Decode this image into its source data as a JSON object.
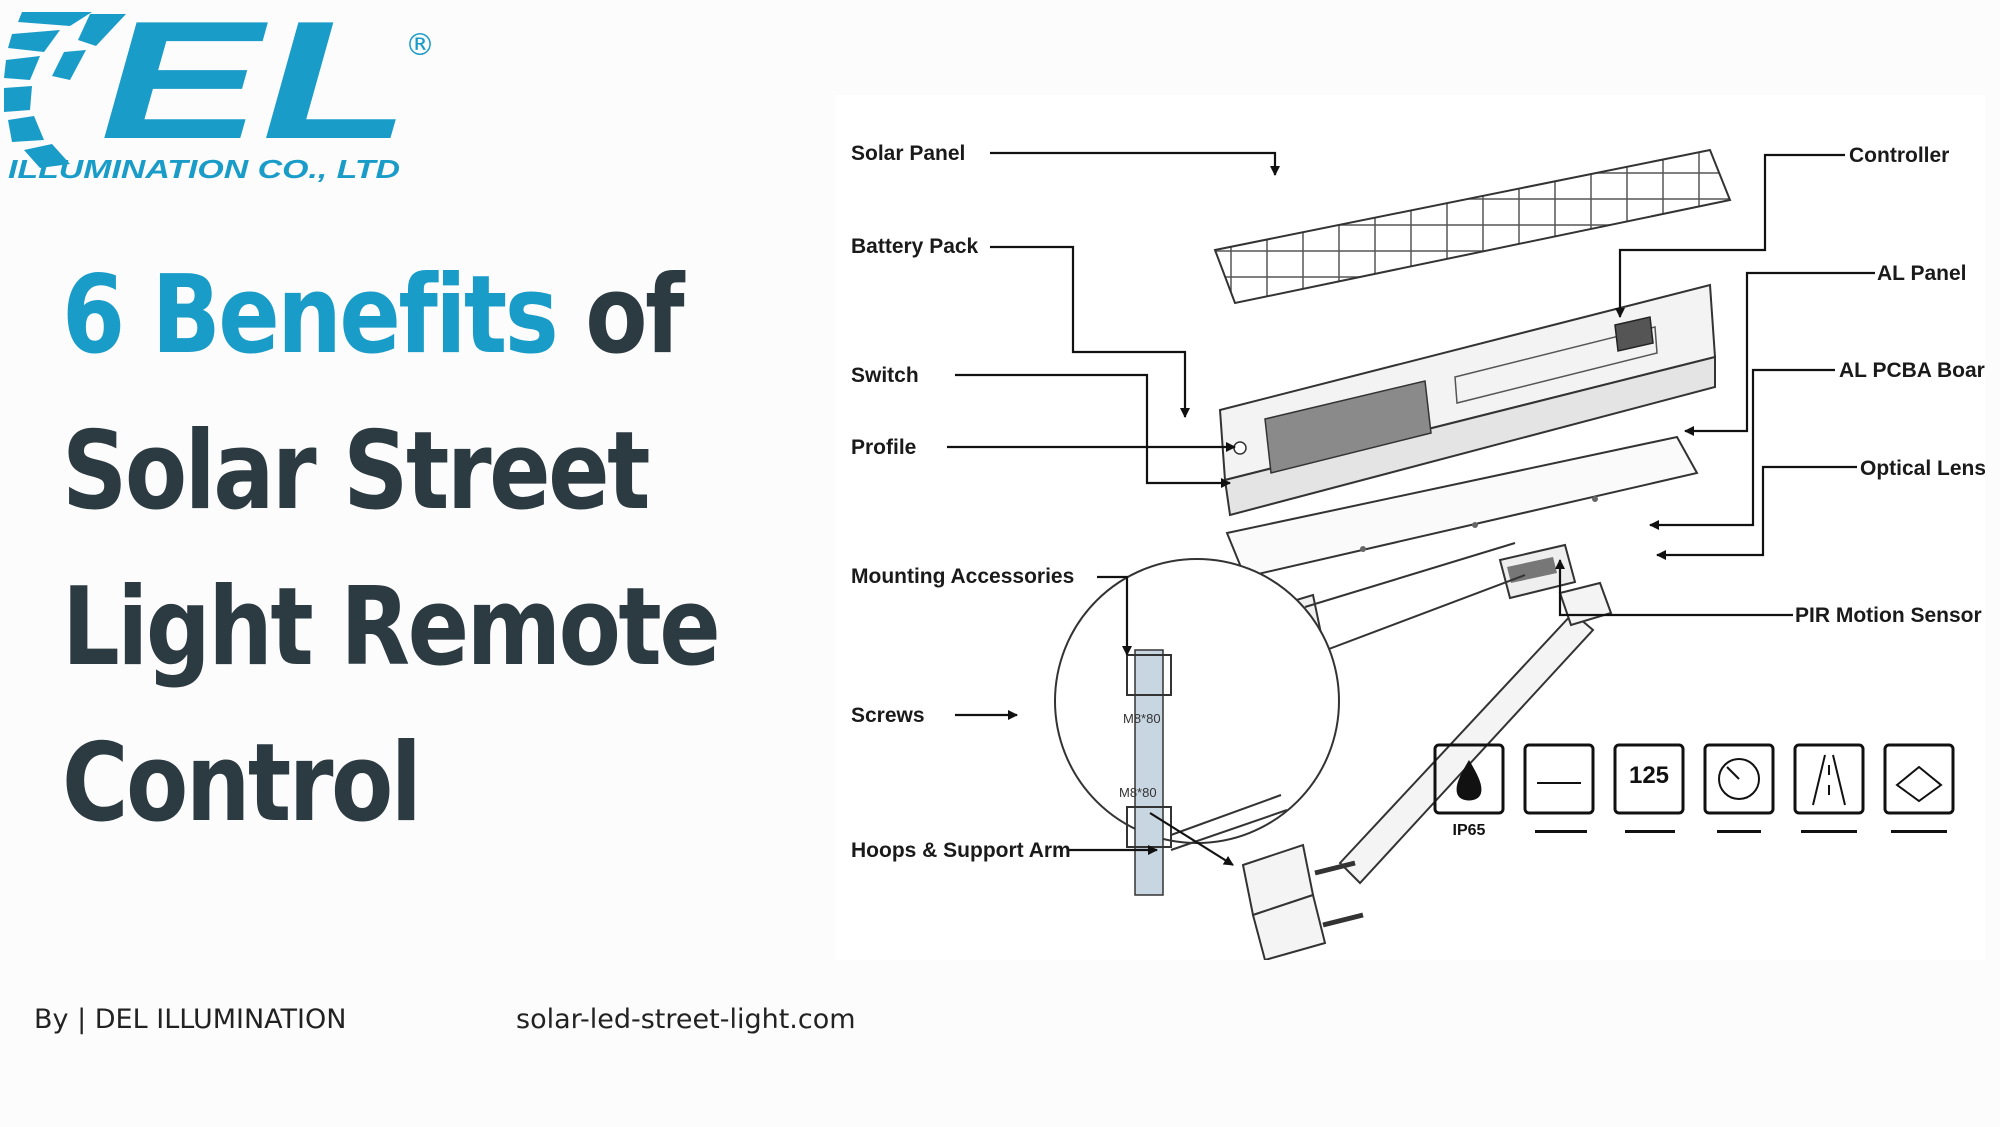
{
  "brand": {
    "logo_text": "EL",
    "registered_mark": "®",
    "company": "ILLUMINATION CO., LTD",
    "accent_color": "#1a9cc9",
    "dark_color": "#2c3a41"
  },
  "headline": {
    "accent": "6 Benefits",
    "rest_line1": " of",
    "line2": "Solar Street",
    "line3": "Light Remote",
    "line4": "Control"
  },
  "footer": {
    "byline": "By | DEL ILLUMINATION",
    "website": "solar-led-street-light.com"
  },
  "diagram": {
    "labels": {
      "solar_panel": "Solar Panel",
      "battery_pack": "Battery Pack",
      "switch": "Switch",
      "profile": "Profile",
      "mounting_accessories": "Mounting Accessories",
      "screws": "Screws",
      "hoops_support_arm": "Hoops & Support Arm",
      "controller": "Controller",
      "al_panel": "AL Panel",
      "al_pcba_board": "AL PCBA Board",
      "optical_lens": "Optical Lens",
      "pir_motion_sensor": "PIR Motion Sensor"
    },
    "screw_spec_1": "M8*80",
    "screw_spec_2": "M8*80",
    "icons": {
      "ip_rating": "IP65",
      "efficiency_value": "125"
    }
  }
}
